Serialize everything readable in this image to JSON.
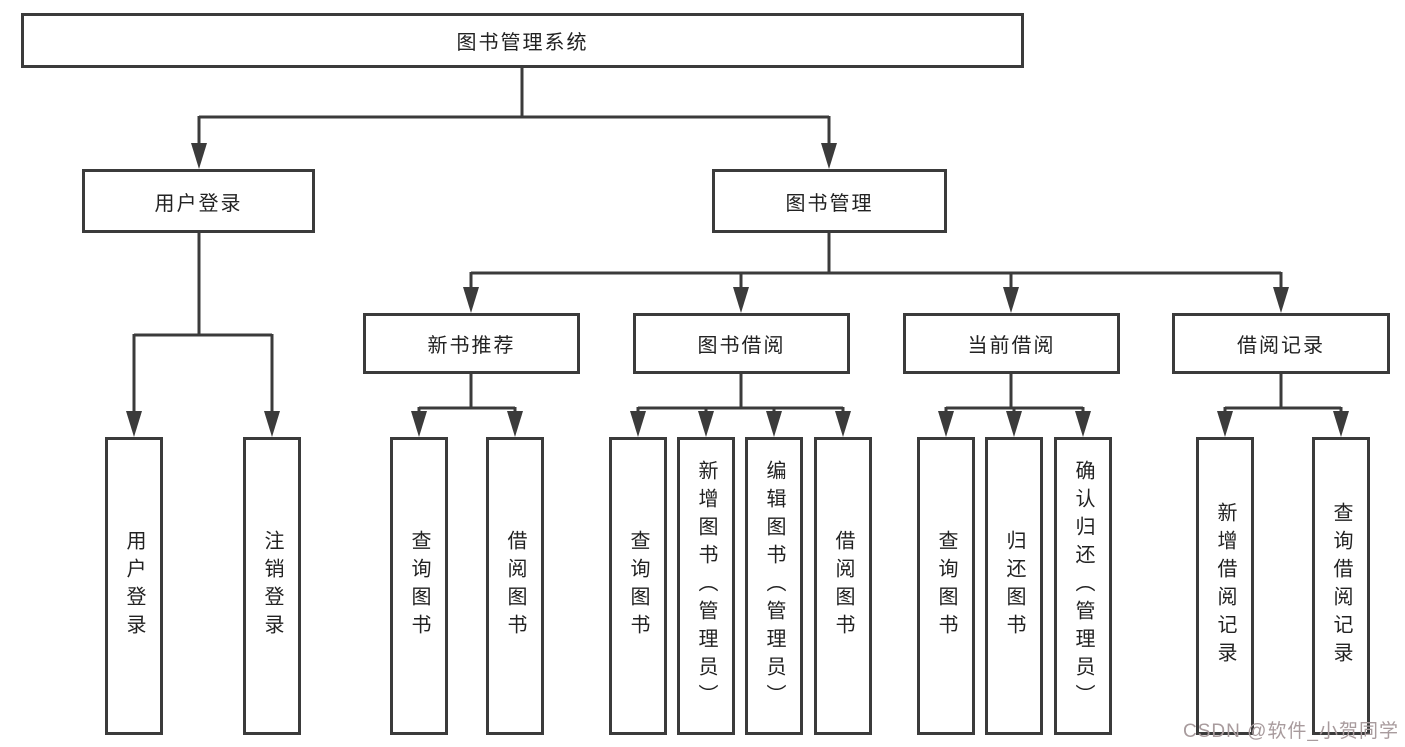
{
  "diagram": {
    "title": "图书管理系统",
    "type": "hierarchy-tree",
    "colors": {
      "line": "#3b3b3b",
      "box_border": "#3b3b3b",
      "text": "#222222",
      "background": "#ffffff",
      "watermark": "#a89b9d"
    },
    "watermark": "CSDN @软件_小贺同学"
  },
  "nodes": {
    "root": {
      "label": "图书管理系统"
    },
    "l2": [
      {
        "label": "用户登录"
      },
      {
        "label": "图书管理"
      }
    ],
    "l3": [
      {
        "label": "新书推荐"
      },
      {
        "label": "图书借阅"
      },
      {
        "label": "当前借阅"
      },
      {
        "label": "借阅记录"
      }
    ],
    "leaves": [
      {
        "parent": "用户登录",
        "label": "用户登录"
      },
      {
        "parent": "用户登录",
        "label": "注销登录"
      },
      {
        "parent": "新书推荐",
        "label": "查询图书"
      },
      {
        "parent": "新书推荐",
        "label": "借阅图书"
      },
      {
        "parent": "图书借阅",
        "label": "查询图书"
      },
      {
        "parent": "图书借阅",
        "label": "新增图书（管理员）"
      },
      {
        "parent": "图书借阅",
        "label": "编辑图书（管理员）"
      },
      {
        "parent": "图书借阅",
        "label": "借阅图书"
      },
      {
        "parent": "当前借阅",
        "label": "查询图书"
      },
      {
        "parent": "当前借阅",
        "label": "归还图书"
      },
      {
        "parent": "当前借阅",
        "label": "确认归还（管理员）"
      },
      {
        "parent": "借阅记录",
        "label": "新增借阅记录"
      },
      {
        "parent": "借阅记录",
        "label": "查询借阅记录"
      }
    ]
  }
}
